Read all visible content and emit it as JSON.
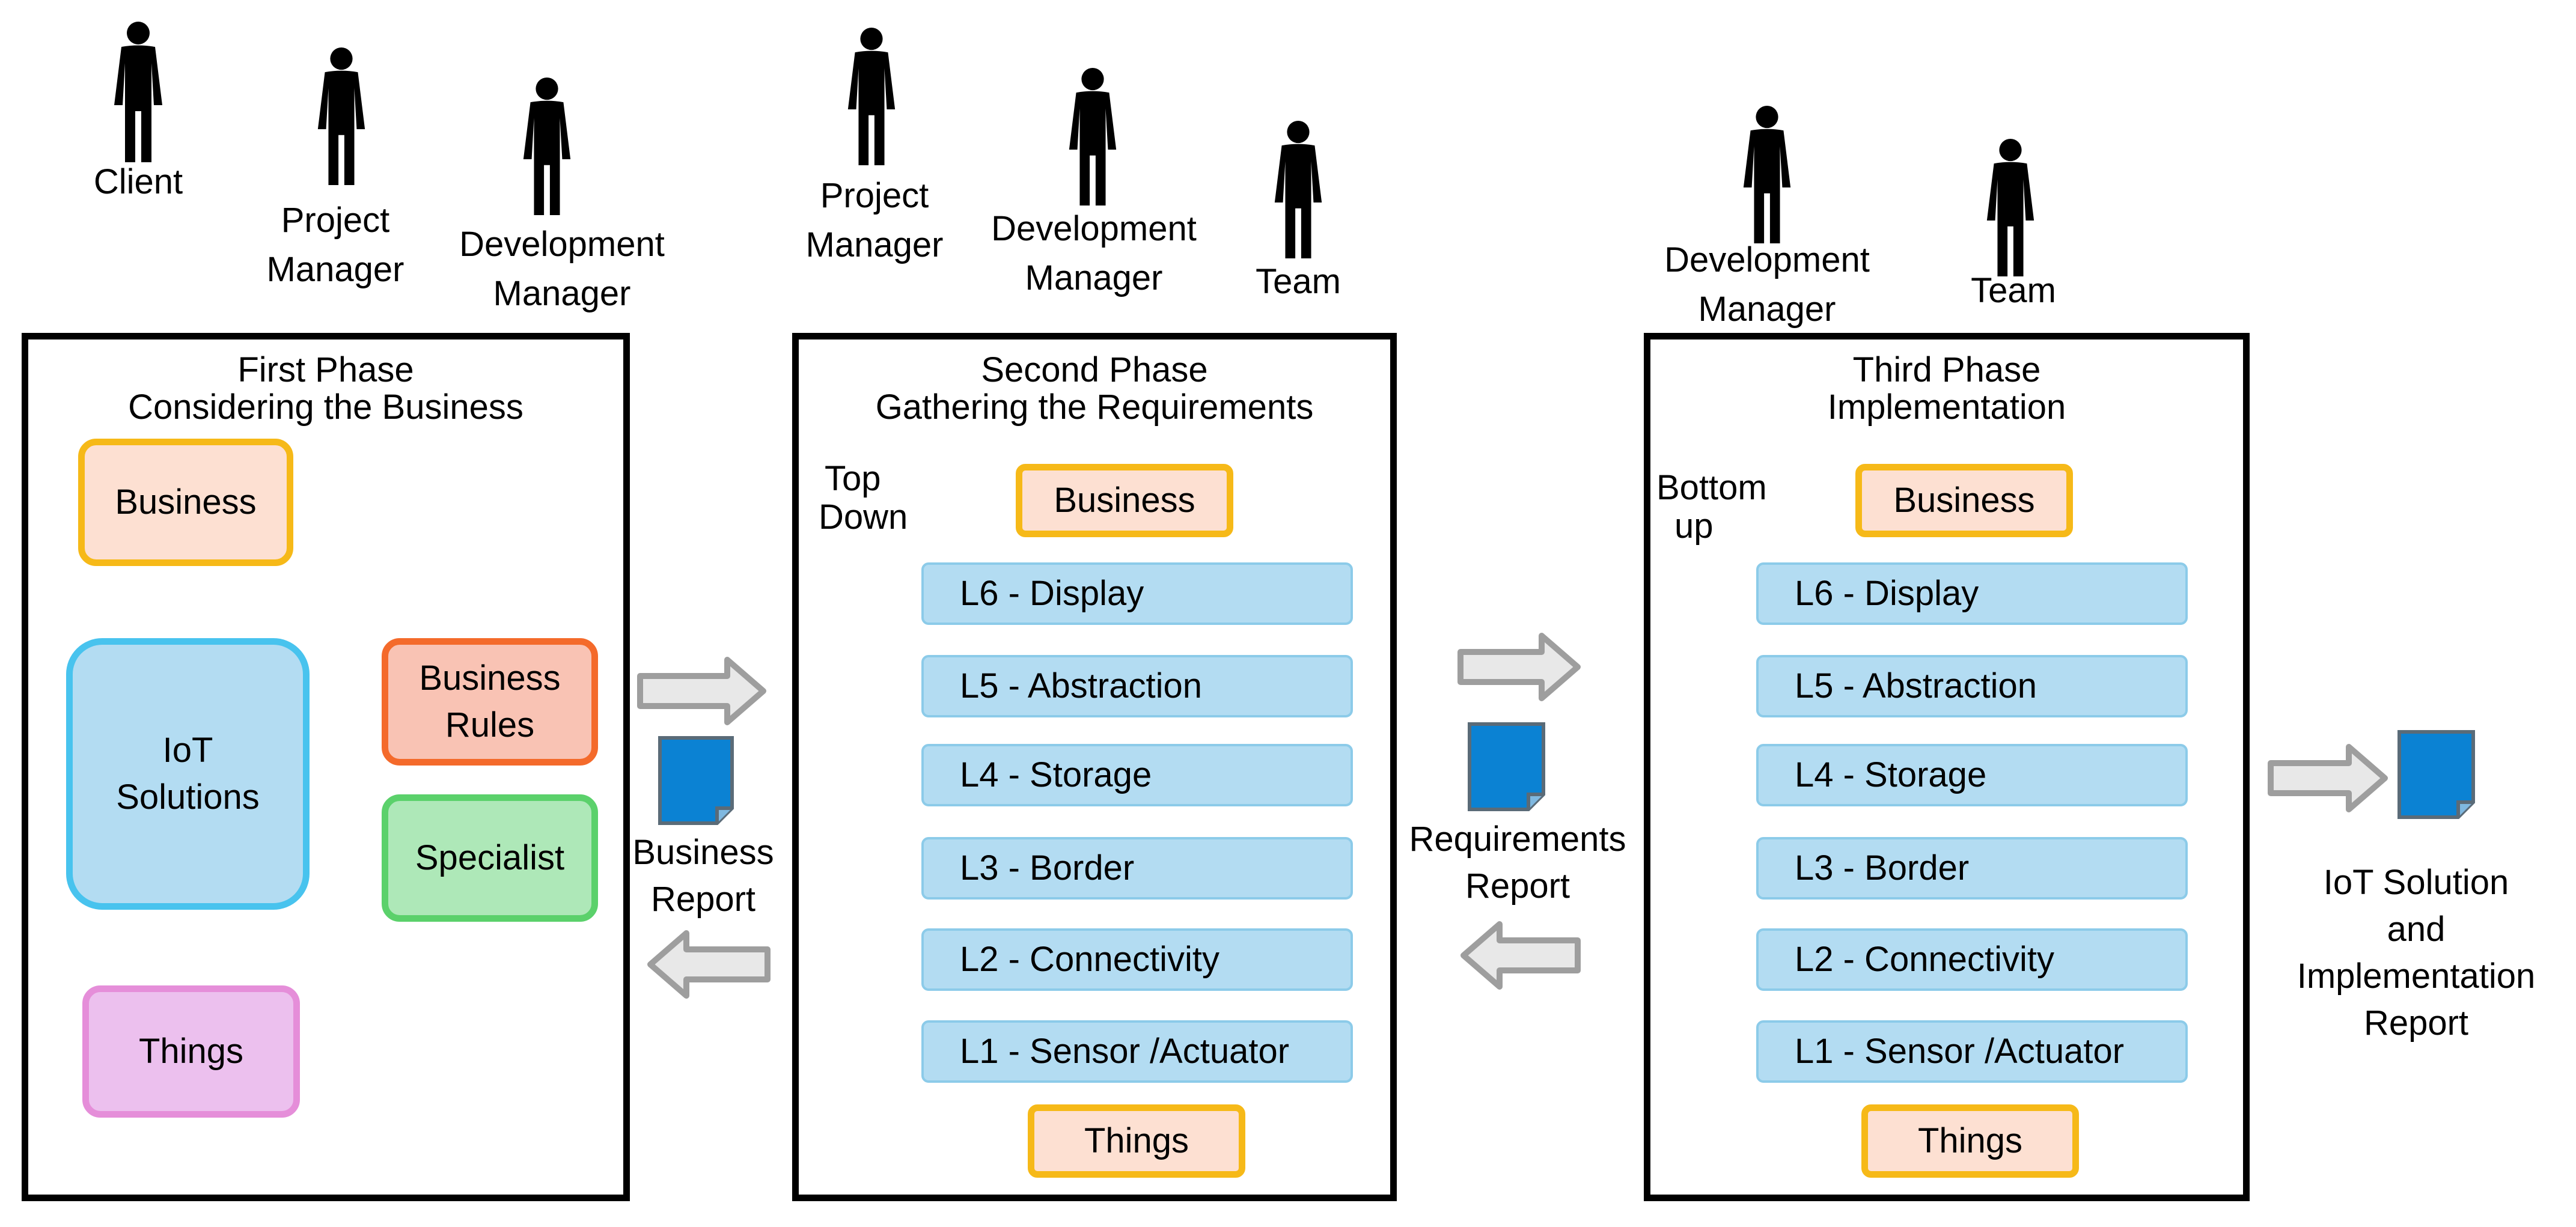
{
  "roles": {
    "client": "Client",
    "project_manager_1": [
      "Project",
      "Manager"
    ],
    "development_manager_1": [
      "Development",
      "Manager"
    ],
    "project_manager_2": [
      "Project",
      "Manager"
    ],
    "development_manager_2": [
      "Development",
      "Manager"
    ],
    "team_2": "Team",
    "development_manager_3": [
      "Development",
      "Manager"
    ],
    "team_3": "Team"
  },
  "phase1": {
    "title": [
      "First Phase",
      "Considering the Business"
    ],
    "business": "Business",
    "iot_solutions": [
      "IoT",
      "Solutions"
    ],
    "business_rules": [
      "Business",
      "Rules"
    ],
    "specialist": "Specialist",
    "things": "Things"
  },
  "business_report": [
    "Business",
    "Report"
  ],
  "phase2": {
    "title": [
      "Second Phase",
      "Gathering the Requirements"
    ],
    "direction": [
      "Top",
      "Down"
    ],
    "business": "Business",
    "layers": [
      "L6 - Display",
      "L5 - Abstraction",
      "L4 - Storage",
      "L3 - Border",
      "L2 - Connectivity",
      "L1 - Sensor /Actuator"
    ],
    "things": "Things"
  },
  "requirements_report": [
    "Requirements",
    "Report"
  ],
  "phase3": {
    "title": [
      "Third Phase",
      "Implementation"
    ],
    "direction": [
      "Bottom",
      "up"
    ],
    "business": "Business",
    "layers": [
      "L6 - Display",
      "L5 - Abstraction",
      "L4 - Storage",
      "L3 - Border",
      "L2 - Connectivity",
      "L1 - Sensor /Actuator"
    ],
    "things": "Things"
  },
  "final_report": [
    "IoT Solution",
    "and",
    "Implementation",
    "Report"
  ],
  "colors": {
    "business_fill": "#fde0d2",
    "business_border": "#f6b918",
    "iot_fill": "#b3dcf2",
    "iot_border": "#48c3ee",
    "rules_fill": "#f9c3b4",
    "rules_border": "#f46a2b",
    "specialist_fill": "#aee8b8",
    "specialist_border": "#5bd16b",
    "things_fill": "#ecc0ee",
    "things_border": "#e58ed9",
    "layer_fill": "#b3dcf2",
    "layer_border": "#8ccbe9",
    "document_fill": "#0b82d3",
    "arrow_fill": "#e8e8e8",
    "arrow_stroke": "#9e9e9e"
  }
}
